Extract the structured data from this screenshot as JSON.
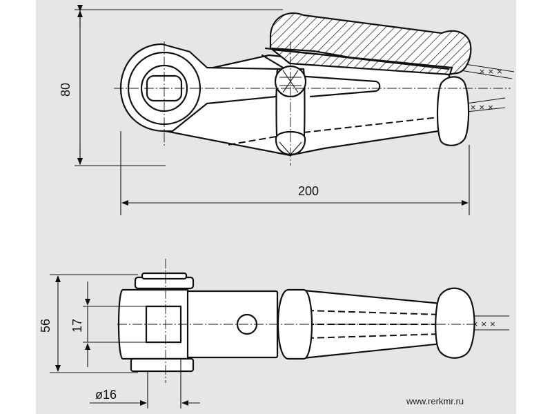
{
  "dimensions": {
    "height_top": "80",
    "length_top": "200",
    "height_bottom": "56",
    "slot_width": "17",
    "pin_diameter": "ø16"
  },
  "watermark": "www.rerkmr.ru"
}
